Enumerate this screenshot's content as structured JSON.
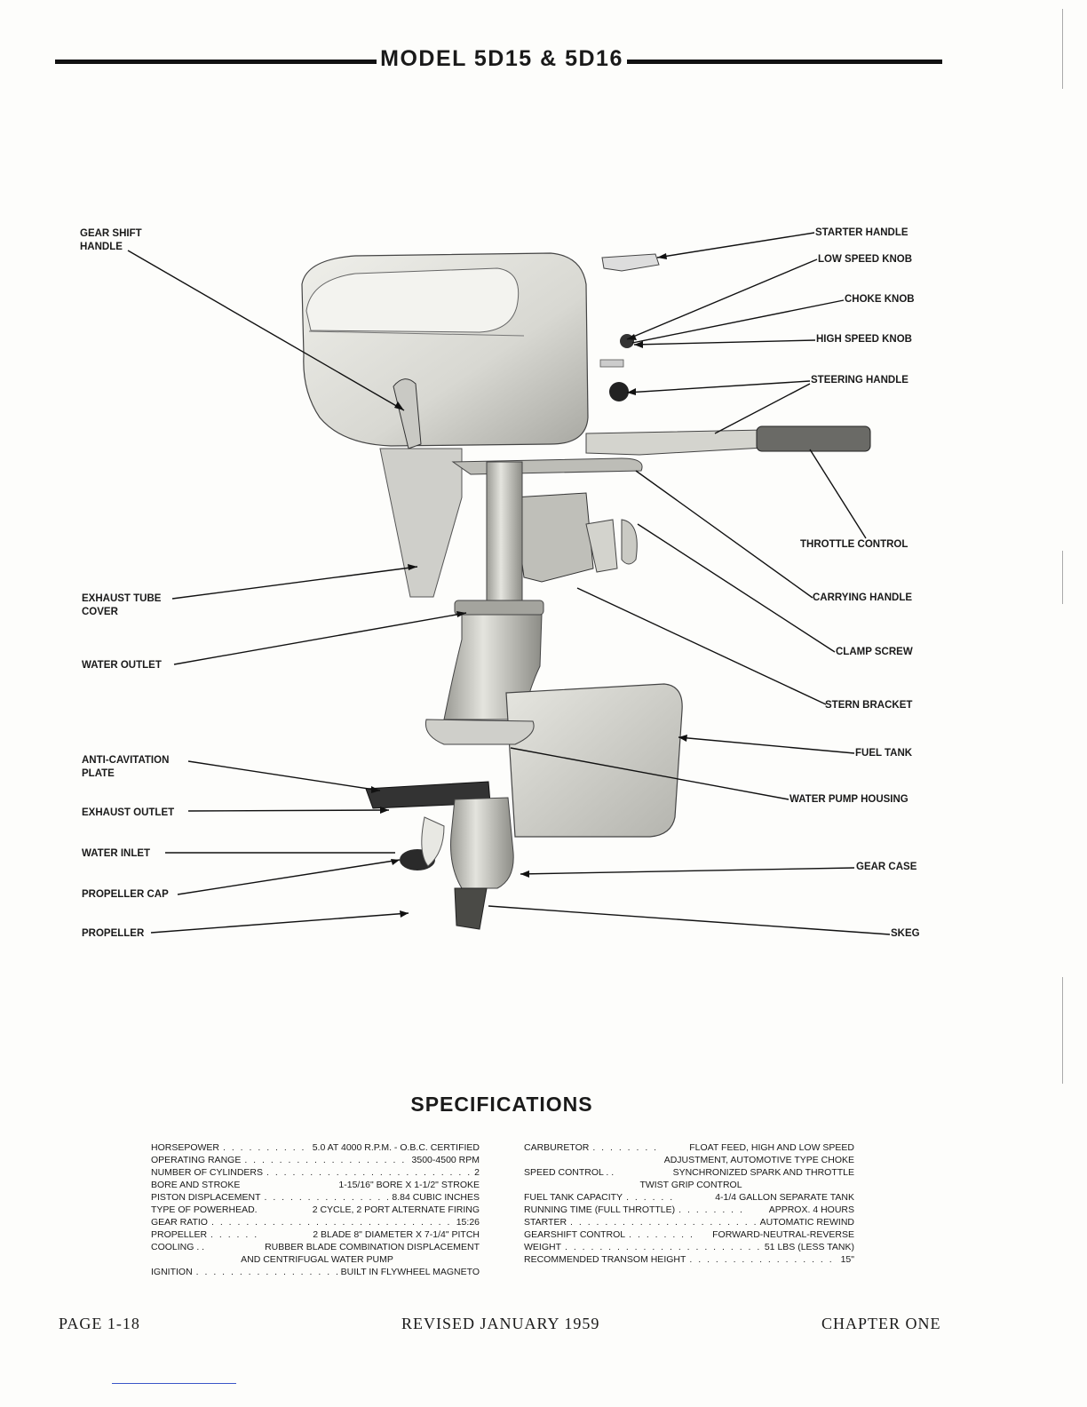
{
  "header": {
    "title": "MODEL 5D15 & 5D16"
  },
  "labels": {
    "gear_shift_1": "GEAR SHIFT",
    "gear_shift_2": "HANDLE",
    "exhaust_tube_1": "EXHAUST TUBE",
    "exhaust_tube_2": "COVER",
    "water_outlet": "WATER OUTLET",
    "anti_cav_1": "ANTI-CAVITATION",
    "anti_cav_2": "PLATE",
    "exhaust_outlet": "EXHAUST OUTLET",
    "water_inlet": "WATER INLET",
    "propeller_cap": "PROPELLER CAP",
    "propeller": "PROPELLER",
    "starter_handle": "STARTER HANDLE",
    "low_speed_knob": "LOW SPEED KNOB",
    "choke_knob": "CHOKE KNOB",
    "high_speed_knob": "HIGH SPEED KNOB",
    "steering_handle": "STEERING HANDLE",
    "throttle_control": "THROTTLE CONTROL",
    "carrying_handle": "CARRYING HANDLE",
    "clamp_screw": "CLAMP SCREW",
    "stern_bracket": "STERN BRACKET",
    "fuel_tank": "FUEL TANK",
    "water_pump_housing": "WATER PUMP HOUSING",
    "gear_case": "GEAR CASE",
    "skeg": "SKEG"
  },
  "specifications": {
    "title": "SPECIFICATIONS",
    "left": [
      {
        "key": "HORSEPOWER",
        "value": "5.0 AT 4000 R.P.M. - O.B.C. CERTIFIED"
      },
      {
        "key": "OPERATING RANGE",
        "value": "3500-4500 RPM"
      },
      {
        "key": "NUMBER OF CYLINDERS",
        "value": "2"
      },
      {
        "key": "BORE AND STROKE",
        "value": "1-15/16\" BORE X 1-1/2\" STROKE"
      },
      {
        "key": "PISTON DISPLACEMENT",
        "value": "8.84 CUBIC INCHES"
      },
      {
        "key": "TYPE OF POWERHEAD.",
        "value": "2 CYCLE, 2 PORT ALTERNATE FIRING"
      },
      {
        "key": "GEAR RATIO",
        "value": "15:26"
      },
      {
        "key": "PROPELLER",
        "value": "2 BLADE 8\" DIAMETER X 7-1/4\" PITCH"
      },
      {
        "key": "COOLING . .",
        "value": "RUBBER BLADE COMBINATION DISPLACEMENT"
      },
      {
        "key": "",
        "value": "AND CENTRIFUGAL WATER PUMP"
      },
      {
        "key": "IGNITION",
        "value": "BUILT IN FLYWHEEL MAGNETO"
      }
    ],
    "right": [
      {
        "key": "CARBURETOR",
        "value": "FLOAT FEED, HIGH AND LOW SPEED"
      },
      {
        "key": "",
        "value": "ADJUSTMENT, AUTOMOTIVE TYPE CHOKE"
      },
      {
        "key": "SPEED CONTROL . .",
        "value": "SYNCHRONIZED SPARK AND THROTTLE"
      },
      {
        "key": "",
        "value": "TWIST GRIP CONTROL"
      },
      {
        "key": "FUEL TANK CAPACITY",
        "value": "4-1/4 GALLON SEPARATE TANK"
      },
      {
        "key": "RUNNING TIME (FULL THROTTLE)",
        "value": "APPROX. 4 HOURS"
      },
      {
        "key": "STARTER",
        "value": "AUTOMATIC REWIND"
      },
      {
        "key": "GEARSHIFT CONTROL",
        "value": "FORWARD-NEUTRAL-REVERSE"
      },
      {
        "key": "WEIGHT",
        "value": "51 LBS (LESS TANK)"
      },
      {
        "key": "RECOMMENDED TRANSOM HEIGHT",
        "value": "15\""
      }
    ]
  },
  "footer": {
    "page": "PAGE 1-18",
    "revised": "REVISED JANUARY 1959",
    "chapter": "CHAPTER ONE"
  }
}
